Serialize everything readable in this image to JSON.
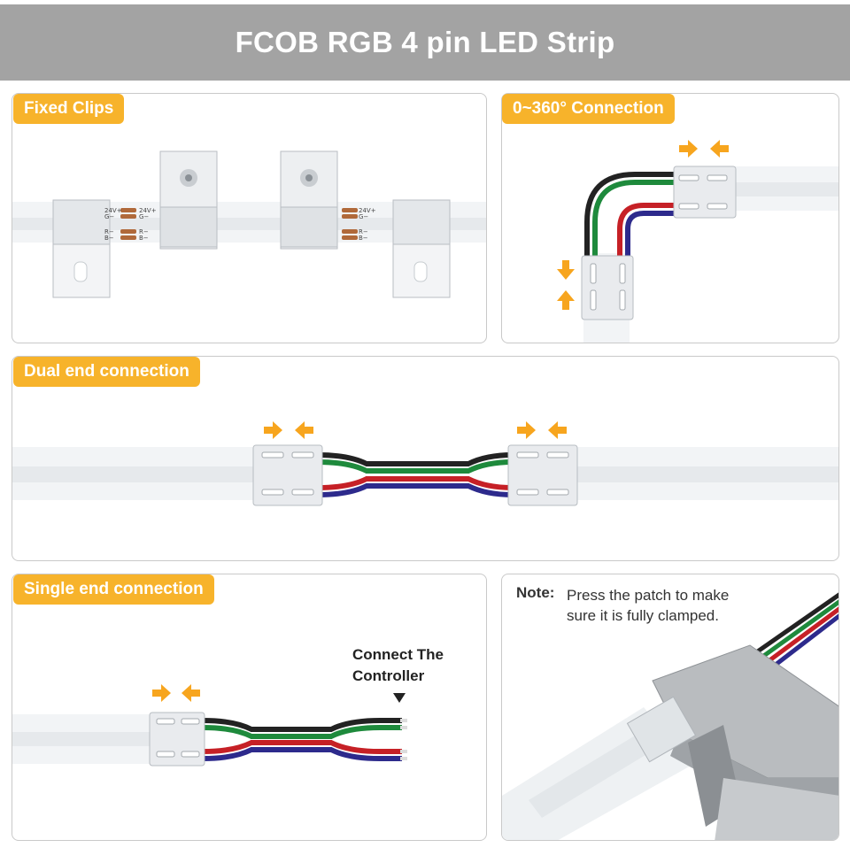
{
  "title": "FCOB RGB 4 pin LED Strip",
  "panels": {
    "fixed_clips": {
      "tag": "Fixed Clips",
      "pins": [
        "24V+",
        "G−",
        "R−",
        "B−"
      ]
    },
    "corner": {
      "tag": "0~360° Connection"
    },
    "dual": {
      "tag": "Dual end connection"
    },
    "single": {
      "tag": "Single end connection",
      "controller_label": "Connect The Controller"
    },
    "note": {
      "label": "Note:",
      "text": "Press the patch to make sure it is fully clamped."
    }
  },
  "colors": {
    "header": "#a3a3a3",
    "tag": "#f7b32b",
    "arrow": "#f7a51e",
    "wire_black": "#222222",
    "wire_green": "#1e8a3c",
    "wire_red": "#c62026",
    "wire_blue": "#2d2a8c"
  },
  "icons": [
    "push-arrow-icon",
    "screw-hole-icon",
    "down-triangle-icon"
  ]
}
